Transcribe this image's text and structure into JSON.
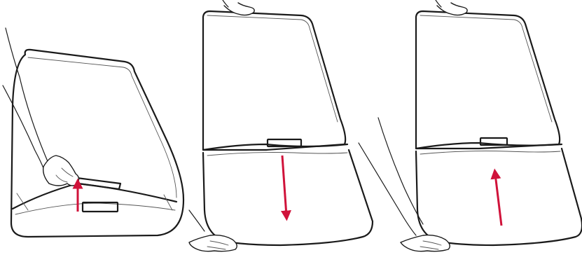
{
  "figure": {
    "panels": [
      {
        "id": "panel-1",
        "arrow": "up"
      },
      {
        "id": "panel-2",
        "arrow": "down"
      },
      {
        "id": "panel-3",
        "arrow": "up"
      }
    ],
    "colors": {
      "line": "#1a1a1a",
      "arrow": "#d0123a",
      "background": "#ffffff"
    },
    "icons": [
      "hand-icon",
      "arrow-up-icon",
      "arrow-down-icon"
    ]
  }
}
